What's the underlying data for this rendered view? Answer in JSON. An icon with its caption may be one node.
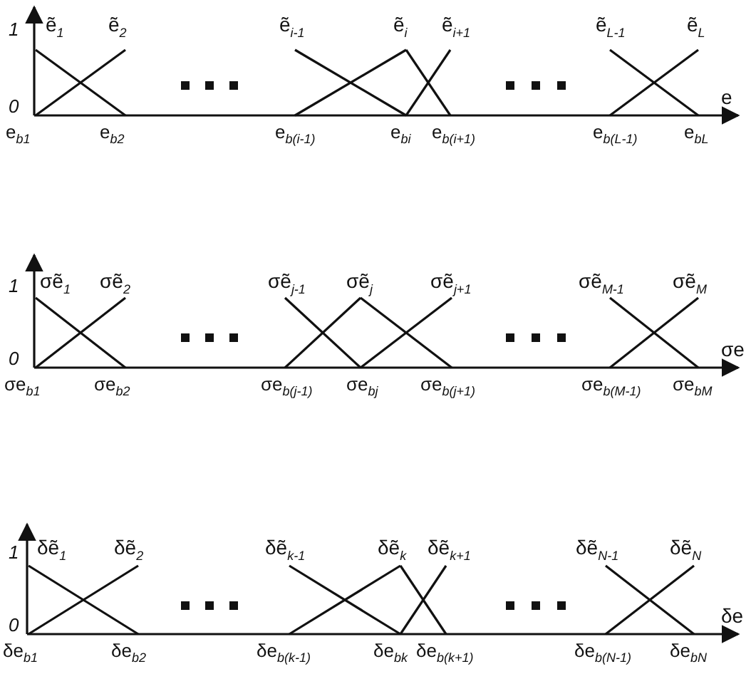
{
  "diagram": {
    "labels": [
      "1",
      "ẽ$_{1}$",
      "ẽ$_{2}$",
      "ẽ$_{i-1}$",
      "ẽ$_{i}$",
      "ẽ$_{i+1}$",
      "ẽ$_{L-1}$",
      "ẽ$_{L}$",
      "e",
      "0",
      "e$_{b1}$",
      "e$_{b2}$",
      "e$_{b(i-1)}$",
      "e$_{bi}$",
      "e$_{b(i+1)}$",
      "e$_{b(L-1)}$",
      "e$_{bL}$",
      "1",
      "σẽ$_{1}$",
      "σẽ$_{2}$",
      "σẽ$_{j-1}$",
      "σẽ$_{j}$",
      "σẽ$_{j+1}$",
      "σẽ$_{M-1}$",
      "σẽ$_{M}$",
      "σe",
      "0",
      "σe$_{b1}$",
      "σe$_{b2}$",
      "σe$_{b(j-1)}$",
      "σe$_{bj}$",
      "σe$_{b(j+1)}$",
      "σe$_{b(M-1)}$",
      "σe$_{bM}$",
      "1",
      "δẽ$_{1}$",
      "δẽ$_{2}$",
      "δẽ$_{k-1}$",
      "δẽ$_{k}$",
      "δẽ$_{k+1}$",
      "δẽ$_{N-1}$",
      "δẽ$_{N}$",
      "δe",
      "0",
      "δe$_{b1}$",
      "δe$_{b2}$",
      "δe$_{b(k-1)}$",
      "δe$_{bk}$",
      "δe$_{b(k+1)}$",
      "δe$_{b(N-1)}$",
      "δe$_{bN}$"
    ]
  }
}
